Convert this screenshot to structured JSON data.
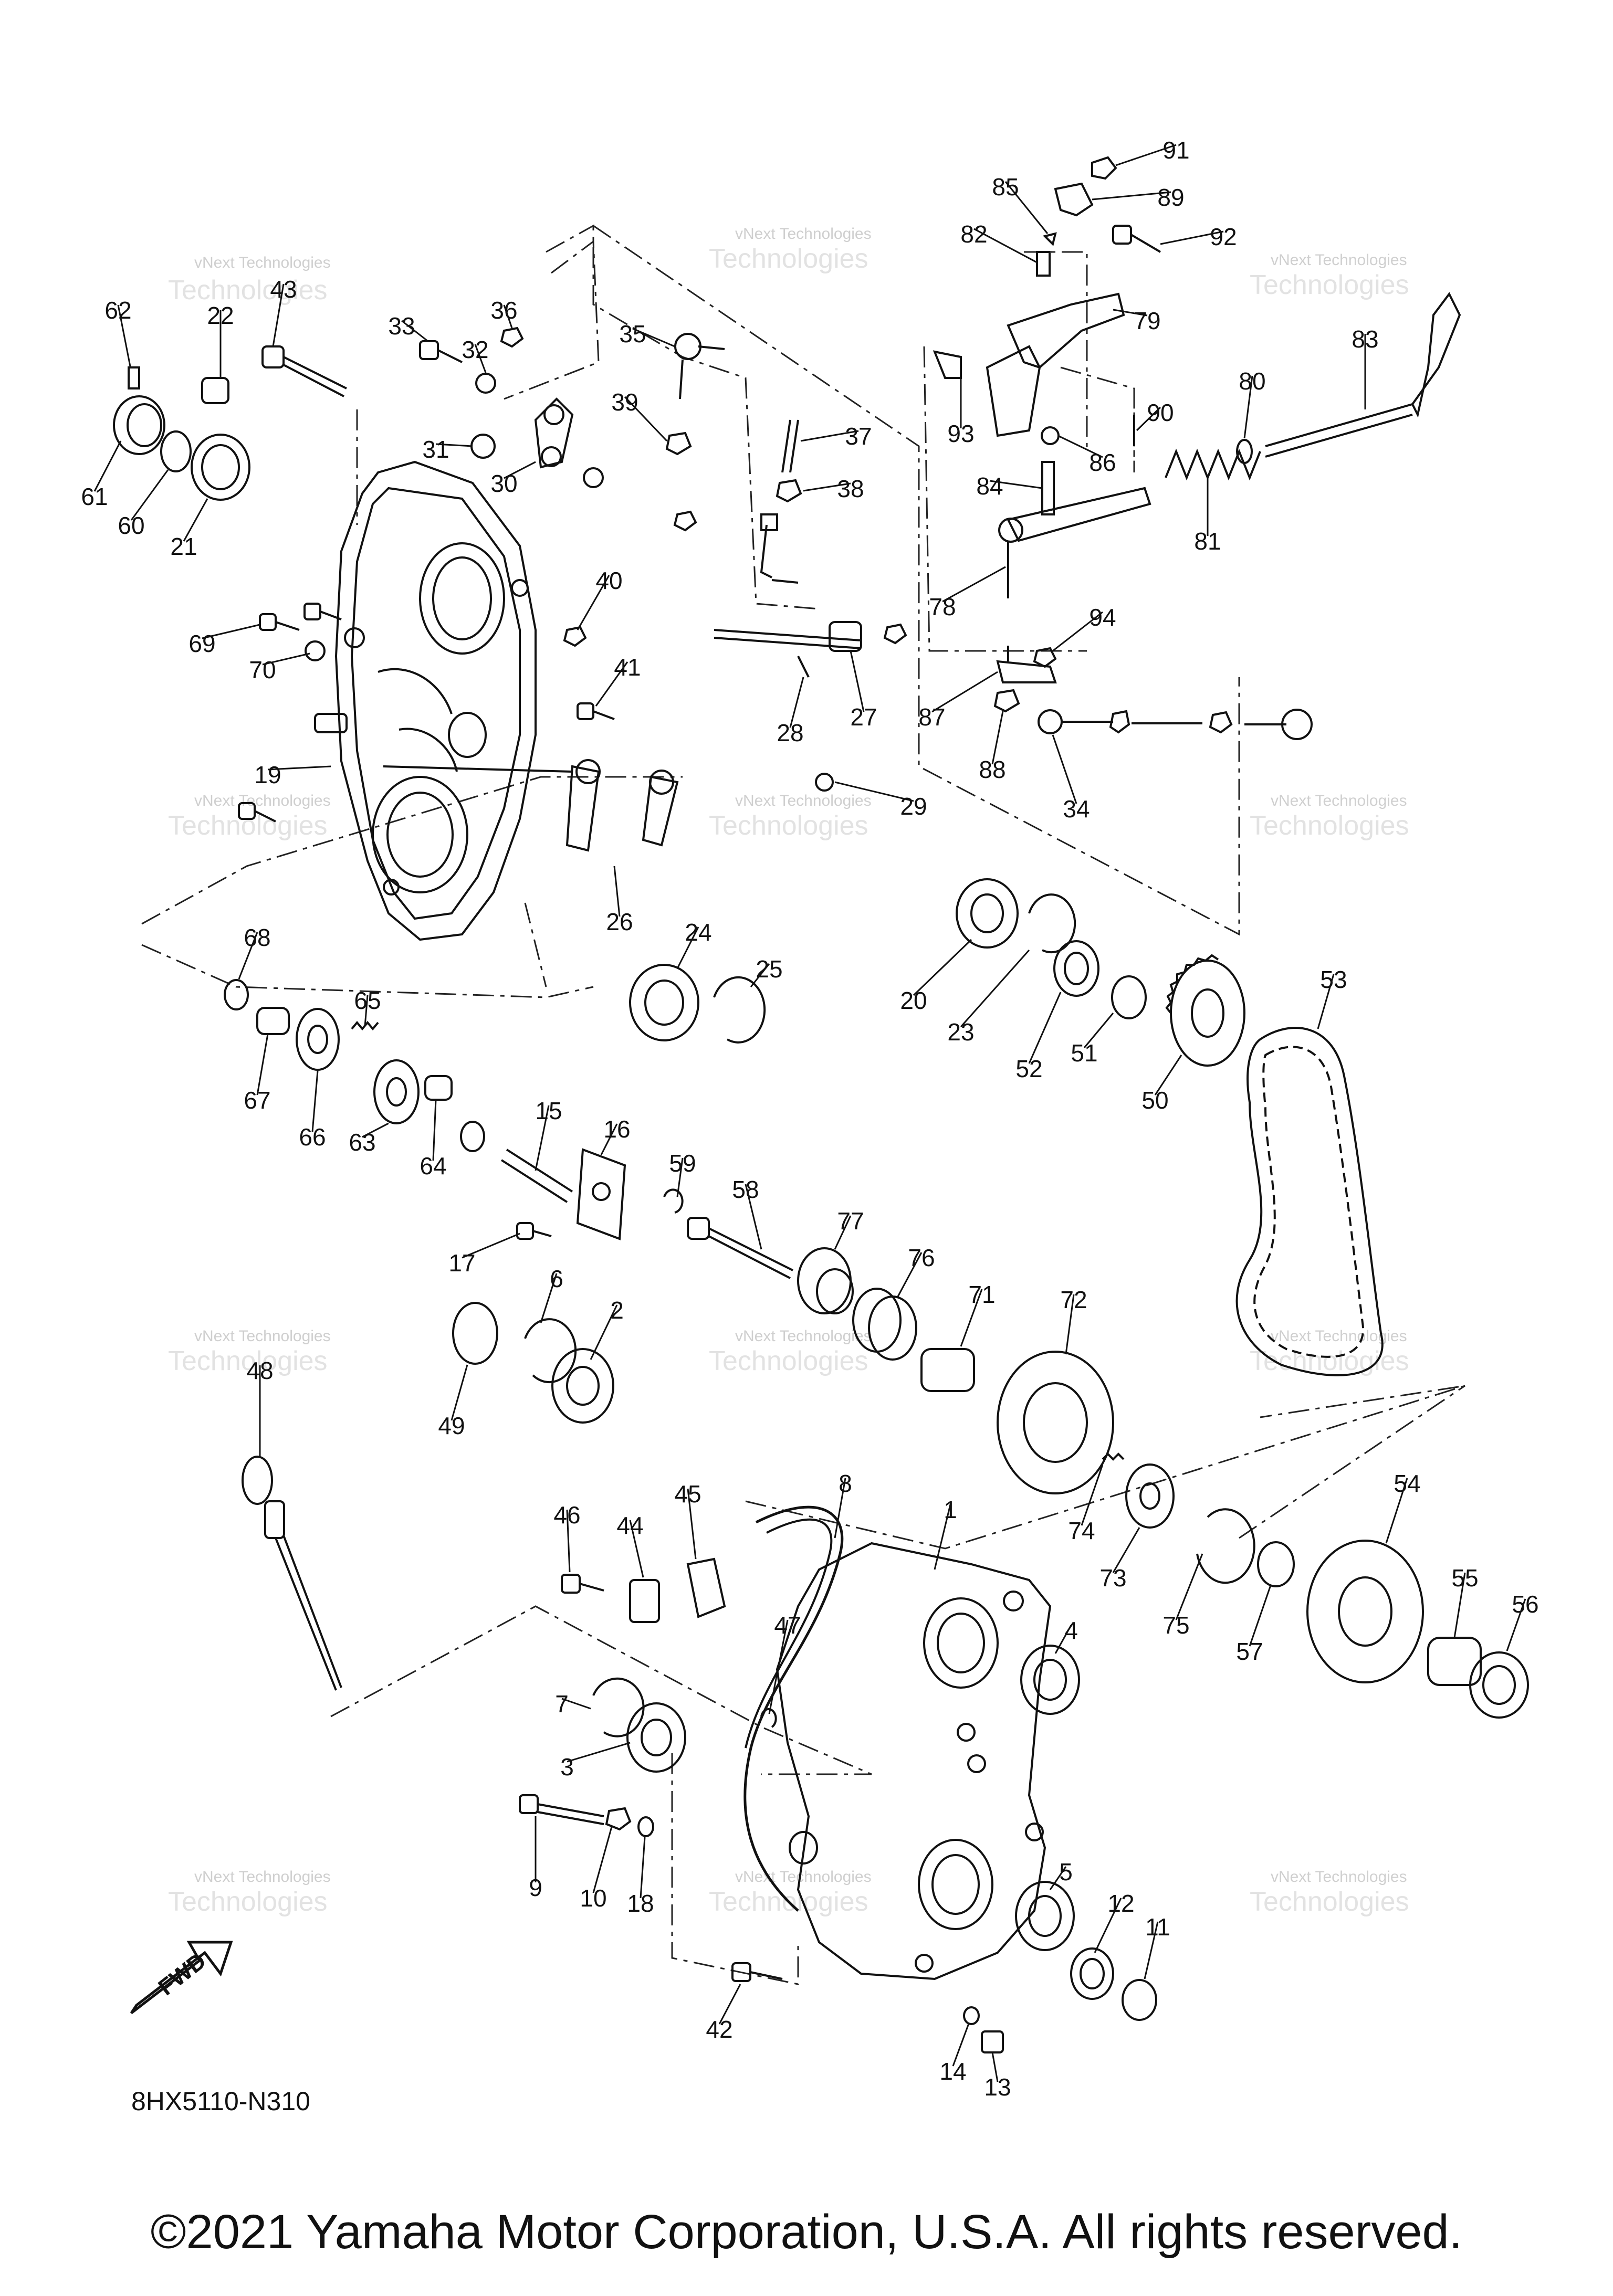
{
  "diagram": {
    "drawing_code": "8HX5110-N310",
    "fwd_label": "FWD",
    "watermark_line1": "vNext Technologies",
    "watermark_line2": "Technologies",
    "part_numbers": [
      "1",
      "2",
      "3",
      "4",
      "5",
      "6",
      "7",
      "8",
      "9",
      "10",
      "11",
      "12",
      "13",
      "14",
      "15",
      "16",
      "17",
      "18",
      "19",
      "20",
      "21",
      "22",
      "23",
      "24",
      "25",
      "26",
      "27",
      "28",
      "29",
      "30",
      "31",
      "32",
      "33",
      "34",
      "35",
      "36",
      "37",
      "38",
      "39",
      "40",
      "41",
      "42",
      "43",
      "44",
      "45",
      "46",
      "47",
      "48",
      "49",
      "50",
      "51",
      "52",
      "53",
      "54",
      "55",
      "56",
      "57",
      "58",
      "59",
      "60",
      "61",
      "62",
      "63",
      "64",
      "65",
      "66",
      "67",
      "68",
      "69",
      "70",
      "71",
      "72",
      "73",
      "74",
      "75",
      "76",
      "77",
      "78",
      "79",
      "80",
      "81",
      "82",
      "83",
      "84",
      "85",
      "86",
      "87",
      "88",
      "89",
      "90",
      "91",
      "92",
      "93",
      "94"
    ]
  },
  "footer": {
    "copyright": "©2021 Yamaha Motor Corporation, U.S.A. All rights reserved."
  }
}
